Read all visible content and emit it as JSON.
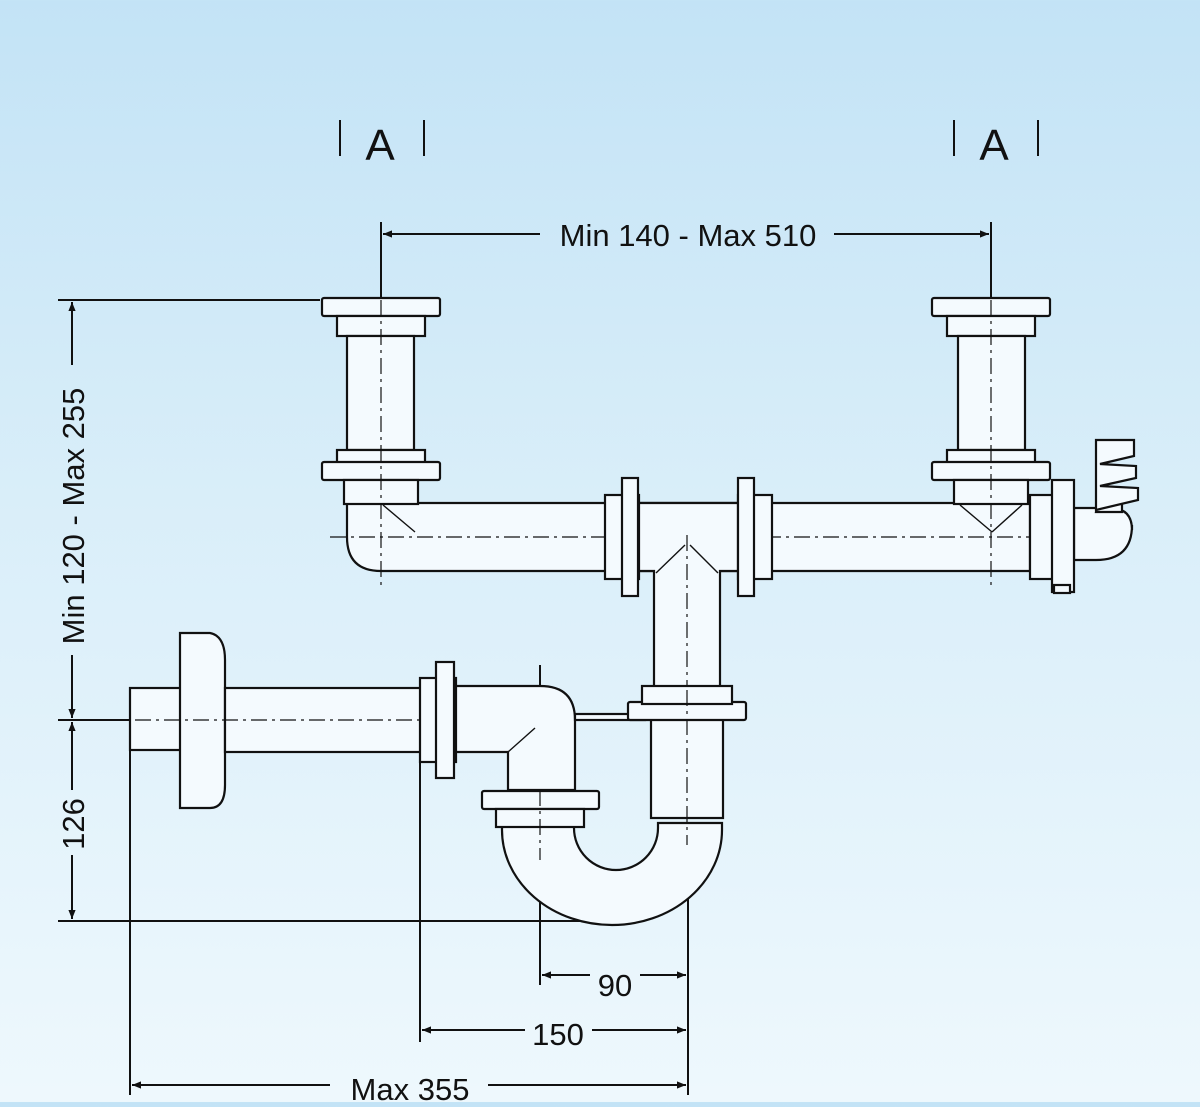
{
  "section_markers": [
    "A",
    "A"
  ],
  "dimensions": {
    "sink_spacing": "Min 140 - Max 510",
    "vertical_height": "Min 120 - Max 255",
    "outlet_height": "126",
    "trap_offset": "90",
    "trap_to_wall": "150",
    "total_depth": "Max 355"
  },
  "colors": {
    "background_top": "#c3e3f6",
    "background_bottom": "#eef8fd",
    "line": "#111111"
  }
}
